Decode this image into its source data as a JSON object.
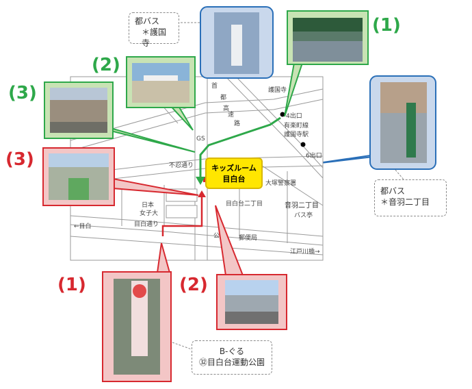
{
  "callouts": {
    "gokokuji_bus": {
      "line1": "都バス",
      "line2": "＊護国寺"
    },
    "otowa_bus": {
      "line1": "都バス",
      "line2": "＊音羽二丁目"
    },
    "b_guru": {
      "line1": "B-ぐる",
      "line2": "㉜目白台運動公園"
    }
  },
  "numbers": {
    "green_1": "(1)",
    "green_2": "(2)",
    "green_3": "(3)",
    "red_1": "(1)",
    "red_2": "(2)",
    "red_3": "(3)"
  },
  "destination": {
    "line1": "キッズルーム",
    "line2": "目白台"
  },
  "map_labels": {
    "gokokuji": "護国寺",
    "exit4": "4出口",
    "yurakucho_line": "有楽町線",
    "gokokuji_station": "護国寺駅",
    "exit6": "6出口",
    "gs": "GS",
    "expressway_1": "首",
    "expressway_2": "都",
    "expressway_3": "高",
    "expressway_4": "速",
    "expressway_5": "路",
    "shinobazu": "不忍通り",
    "otsuka_police": "大塚警察署",
    "mejirodai_2": "目白台二丁目",
    "otowa_2": "音羽二丁目",
    "bus_stop": "バス亭",
    "nihon_joshi_1": "日本",
    "nihon_joshi_2": "女子大",
    "mejiro_left": "←目白",
    "mejiro_street": "目白通り",
    "park": "公園",
    "post_office": "郵便局",
    "edogawabashi": "江戸川橋→"
  },
  "colors": {
    "green_route": "#2ea84a",
    "red_route": "#d7282f",
    "blue_frame": "#2a6fb8",
    "green_bg": "#c8e3b4",
    "red_bg": "#f3c6c6",
    "blue_bg": "#c9d8ec"
  }
}
